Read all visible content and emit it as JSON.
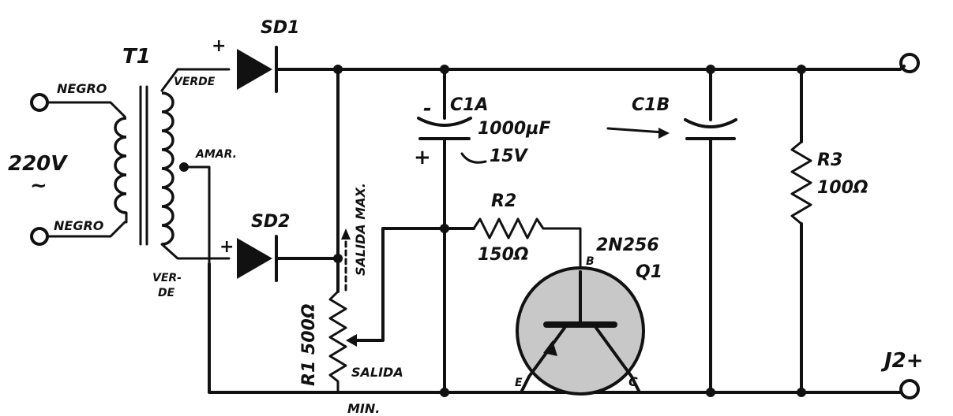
{
  "labels": {
    "t1": "T1",
    "sd1": "SD1",
    "sd2": "SD2",
    "c1a": "C1A",
    "c1b": "C1B",
    "cap_value": "1000µF",
    "cap_voltage": "15V",
    "r2": "R2",
    "r2_value": "150Ω",
    "r3": "R3",
    "r3_value": "100Ω",
    "r1": "R1 500Ω",
    "q1_type": "2N256",
    "q1": "Q1",
    "pin_b": "B",
    "pin_e": "E",
    "pin_c": "C",
    "negro_top": "NEGRO",
    "negro_bottom": "NEGRO",
    "verde_top": "VERDE",
    "verde_bottom_1": "VER-",
    "verde_bottom_2": "DE",
    "amar": "AMAR.",
    "mains_voltage": "220V",
    "ac_symbol": "~",
    "salida_max": "SALIDA MAX.",
    "salida": "SALIDA",
    "min": "MIN.",
    "j2": "J2+",
    "plus": "+",
    "minus": "-"
  },
  "colors": {
    "ink": "#111111",
    "paper": "#ffffff",
    "transistor_fill": "#c8c8c8"
  }
}
